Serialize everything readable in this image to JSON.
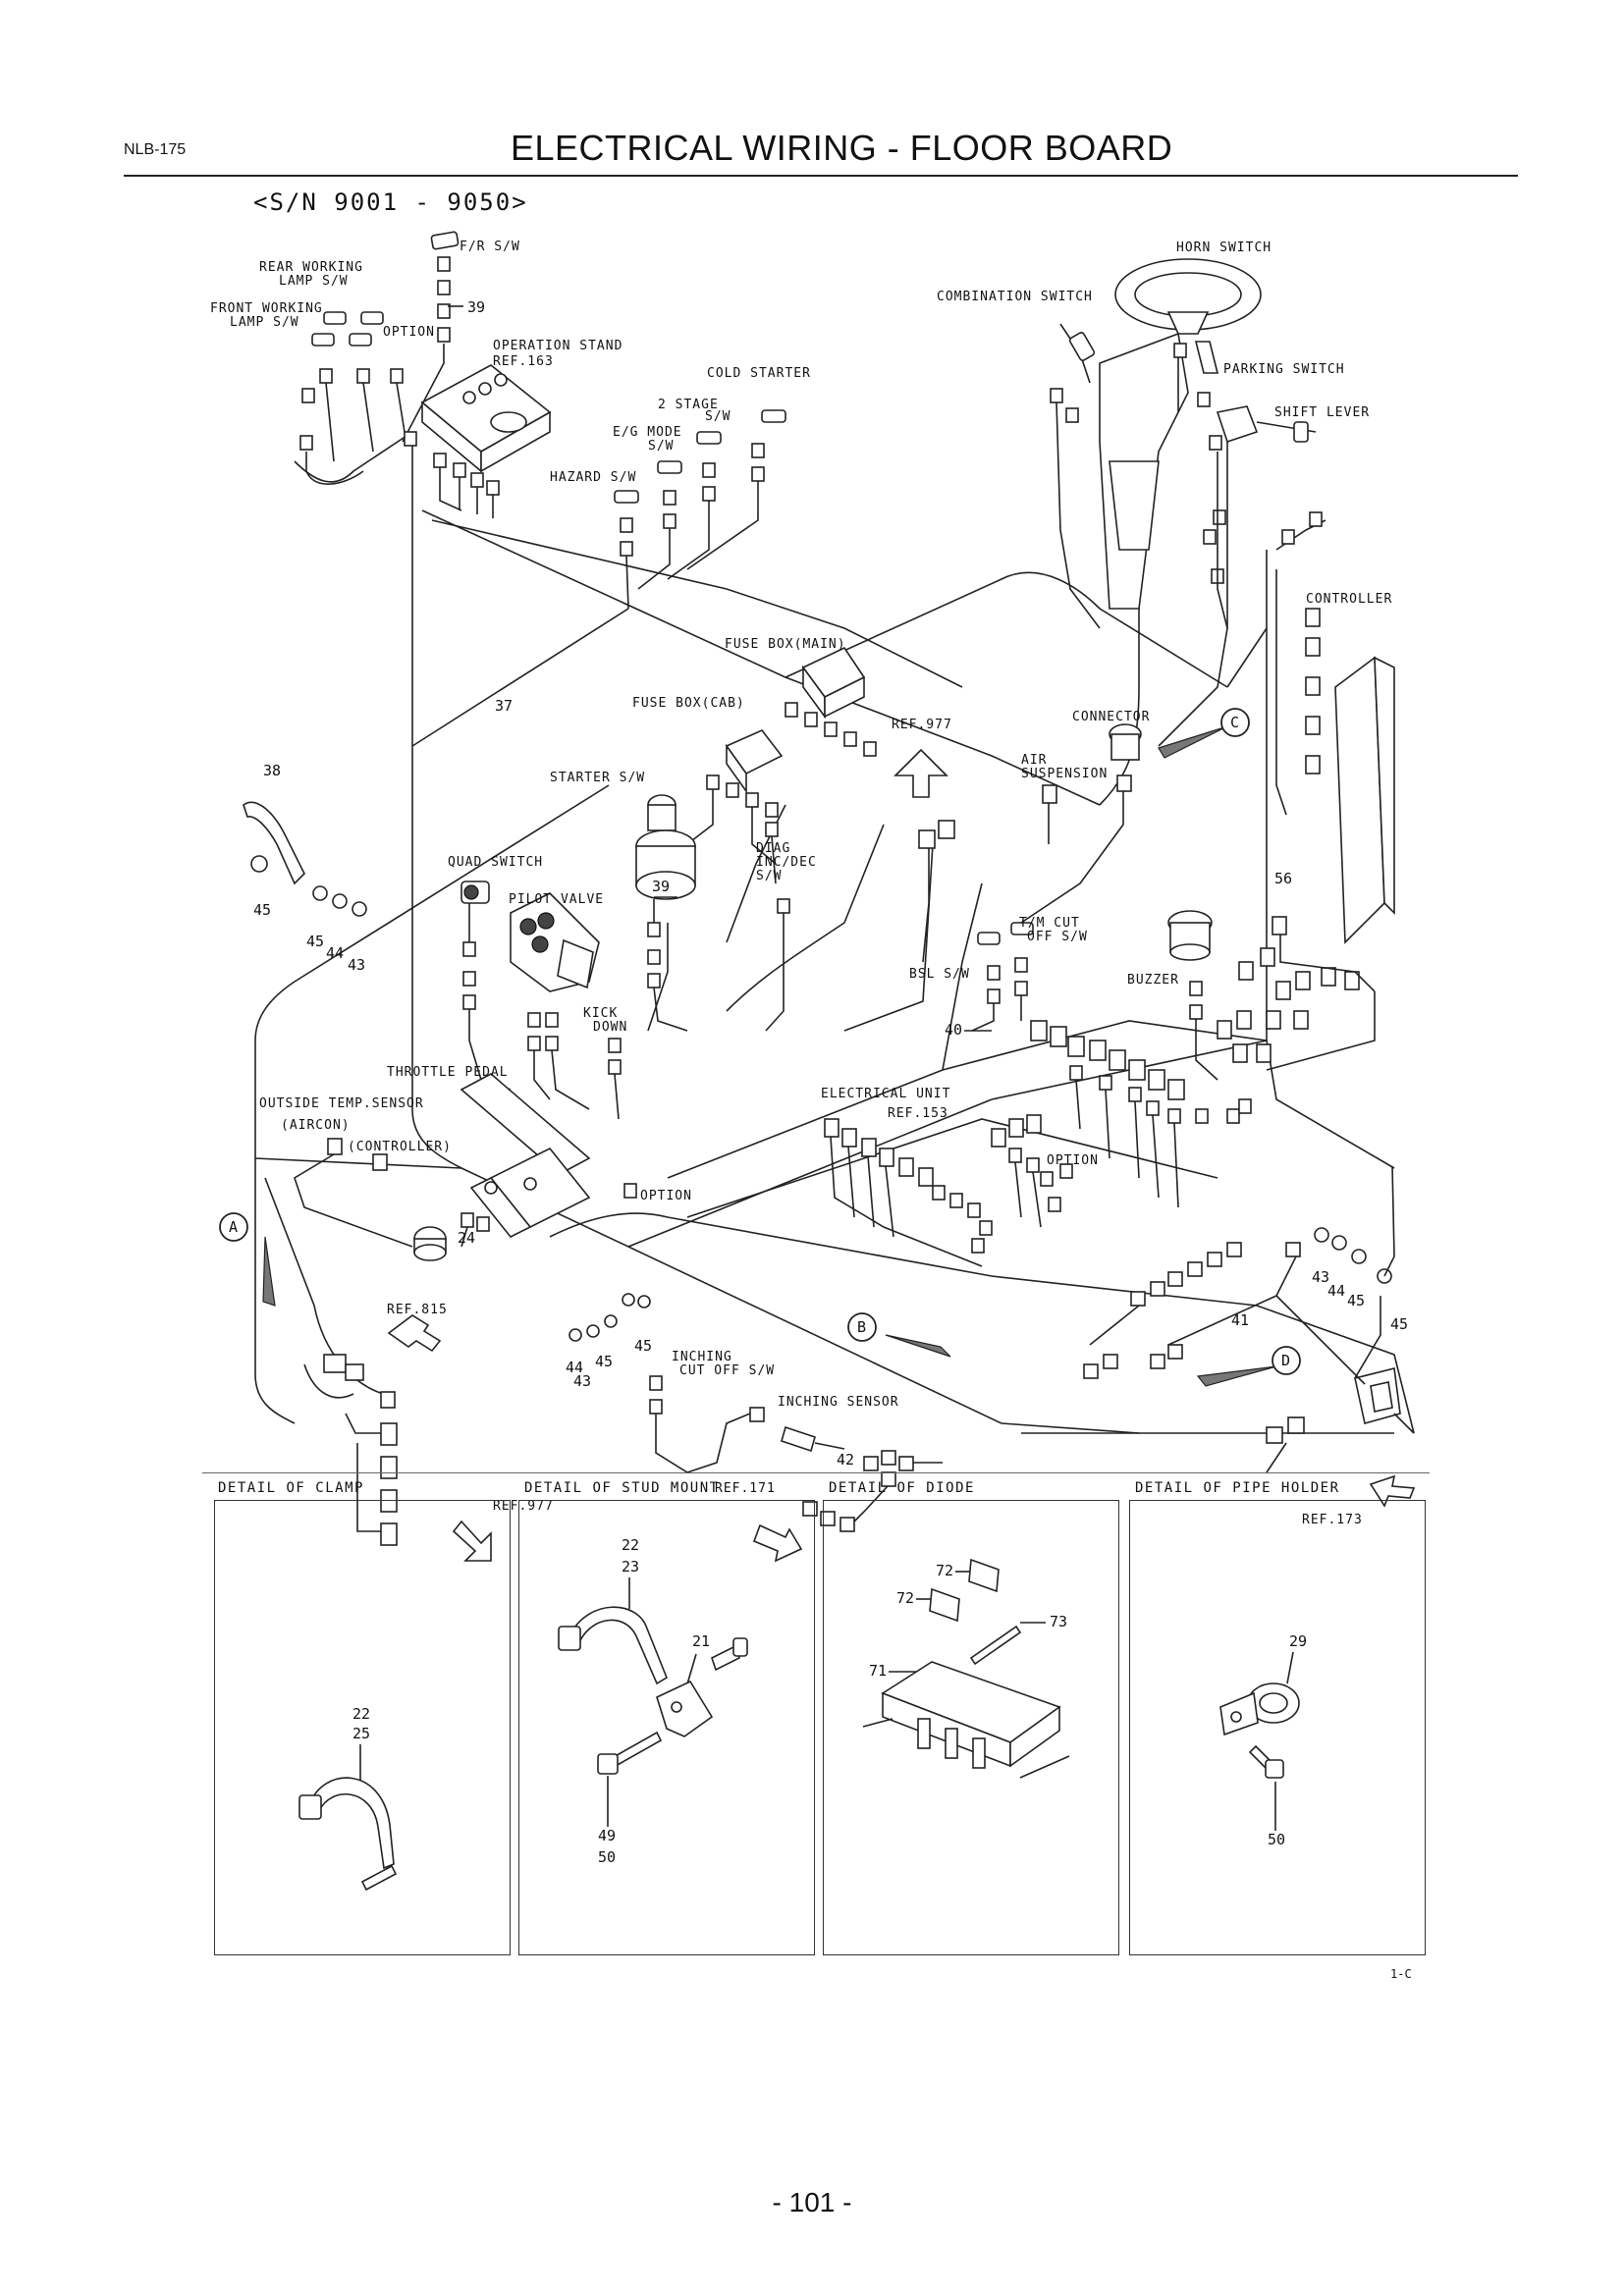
{
  "header": {
    "doc_code": "NLB-175",
    "title": "ELECTRICAL WIRING - FLOOR BOARD",
    "serial_range": "<S/N 9001 - 9050>"
  },
  "components": {
    "fr_sw": "F/R S/W",
    "rear_working_lamp": [
      "REAR WORKING",
      "LAMP S/W"
    ],
    "front_working_lamp": [
      "FRONT WORKING",
      "LAMP S/W"
    ],
    "option_top": "OPTION",
    "operation_stand": [
      "OPERATION STAND",
      "REF.163"
    ],
    "cold_starter": "COLD STARTER",
    "two_stage": [
      "2 STAGE",
      "S/W"
    ],
    "eg_mode": [
      "E/G MODE",
      "S/W"
    ],
    "hazard_sw": "HAZARD S/W",
    "horn_switch": "HORN SWITCH",
    "combination_switch": "COMBINATION SWITCH",
    "parking_switch": "PARKING SWITCH",
    "shift_lever": "SHIFT LEVER",
    "controller": "CONTROLLER",
    "fuse_box_main": "FUSE BOX(MAIN)",
    "fuse_box_cab": "FUSE BOX(CAB)",
    "ref_977_top": "REF.977",
    "connector": "CONNECTOR",
    "air_suspension": [
      "AIR",
      "SUSPENSION"
    ],
    "starter_sw": "STARTER S/W",
    "diag": [
      "DIAG",
      "INC/DEC",
      "S/W"
    ],
    "quad_switch": "QUAD SWITCH",
    "pilot_valve": "PILOT VALVE",
    "tm_cut_off": [
      "T/M CUT",
      "OFF S/W"
    ],
    "bsl_sw": "BSL S/W",
    "buzzer": "BUZZER",
    "kick_down": [
      "KICK",
      "DOWN"
    ],
    "throttle_pedal": "THROTTLE PEDAL",
    "outside_temp": [
      "OUTSIDE TEMP.SENSOR",
      "(AIRCON)"
    ],
    "controller_small": "(CONTROLLER)",
    "electrical_unit": [
      "ELECTRICAL UNIT",
      "REF.153"
    ],
    "option_mid": "OPTION",
    "option_low": "OPTION",
    "ref_815": "REF.815",
    "inching_cut_off": [
      "INCHING",
      "CUT OFF S/W"
    ],
    "inching_sensor": "INCHING SENSOR",
    "ref_171": "REF.171",
    "ref_977_bottom": "REF.977",
    "ref_173": "REF.173"
  },
  "callouts": {
    "a": "A",
    "b": "B",
    "c": "C",
    "d": "D",
    "n39a": "39",
    "n39b": "39",
    "n37": "37",
    "n38": "38",
    "n45a": "45",
    "n45b": "45",
    "n44a": "44",
    "n43a": "43",
    "n56": "56",
    "n40": "40",
    "n24": "24",
    "n45c": "45",
    "n44b": "44",
    "n43b": "43",
    "n45d": "45",
    "n44c": "44",
    "n43c": "43",
    "n45e": "45",
    "n41": "41",
    "n45f": "45",
    "n42": "42"
  },
  "details": [
    {
      "label": "DETAIL OF CLAMP",
      "numbers": [
        "22",
        "25"
      ]
    },
    {
      "label": "DETAIL OF STUD MOUNT",
      "numbers": [
        "22",
        "23",
        "21",
        "49",
        "50"
      ]
    },
    {
      "label": "DETAIL OF DIODE",
      "numbers": [
        "72",
        "72",
        "73",
        "71"
      ]
    },
    {
      "label": "DETAIL OF PIPE HOLDER",
      "numbers": [
        "29",
        "50"
      ]
    }
  ],
  "page_code": "1-C",
  "page_number": "- 101 -"
}
